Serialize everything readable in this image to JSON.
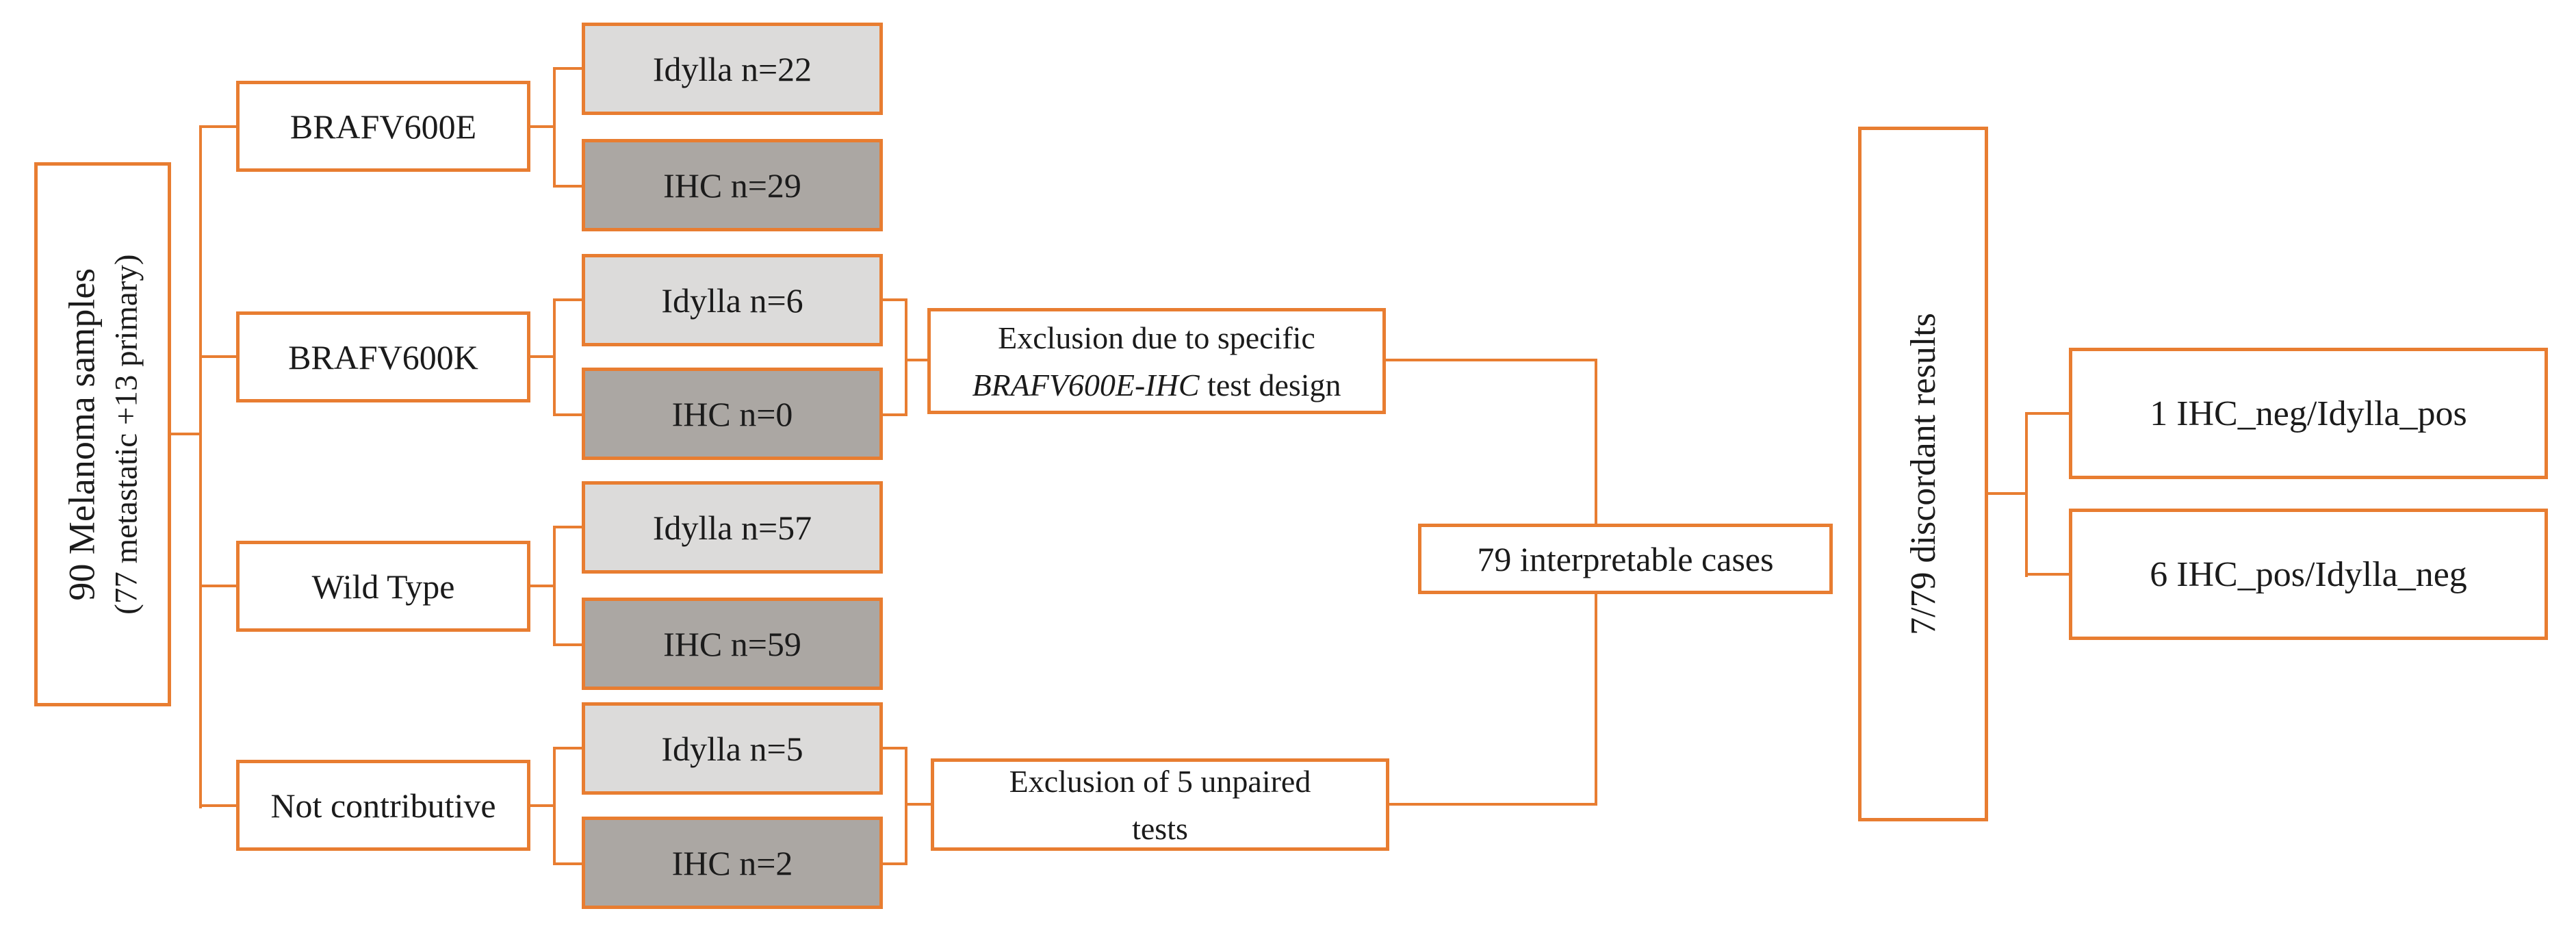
{
  "diagram": {
    "root": {
      "line1": "90 Melanoma samples",
      "line2": "(77 metastatic +13 primary)"
    },
    "rows": [
      {
        "category": "BRAFV600E",
        "idylla": "Idylla n=22",
        "ihc": "IHC n=29"
      },
      {
        "category": "BRAFV600K",
        "idylla": "Idylla n=6",
        "ihc": "IHC n=0"
      },
      {
        "category": "Wild Type",
        "idylla": "Idylla n=57",
        "ihc": "IHC n=59"
      },
      {
        "category": "Not contributive",
        "idylla": "Idylla n=5",
        "ihc": "IHC n=2"
      }
    ],
    "exclusion_specific": {
      "line1": "Exclusion due to specific",
      "line2_italic": "BRAFV600E-IHC",
      "line2_rest": " test design"
    },
    "exclusion_unpaired": {
      "line1": "Exclusion of 5 unpaired",
      "line2": "tests"
    },
    "interpretable_cases": "79 interpretable cases",
    "discordant_results": "7/79 discordant results",
    "outcomes": [
      "1 IHC_neg/Idylla_pos",
      "6 IHC_pos/Idylla_neg"
    ],
    "colors": {
      "accent_orange": "#E87D31",
      "idylla_fill": "#DCDBDA",
      "ihc_fill": "#ABA7A3"
    }
  }
}
